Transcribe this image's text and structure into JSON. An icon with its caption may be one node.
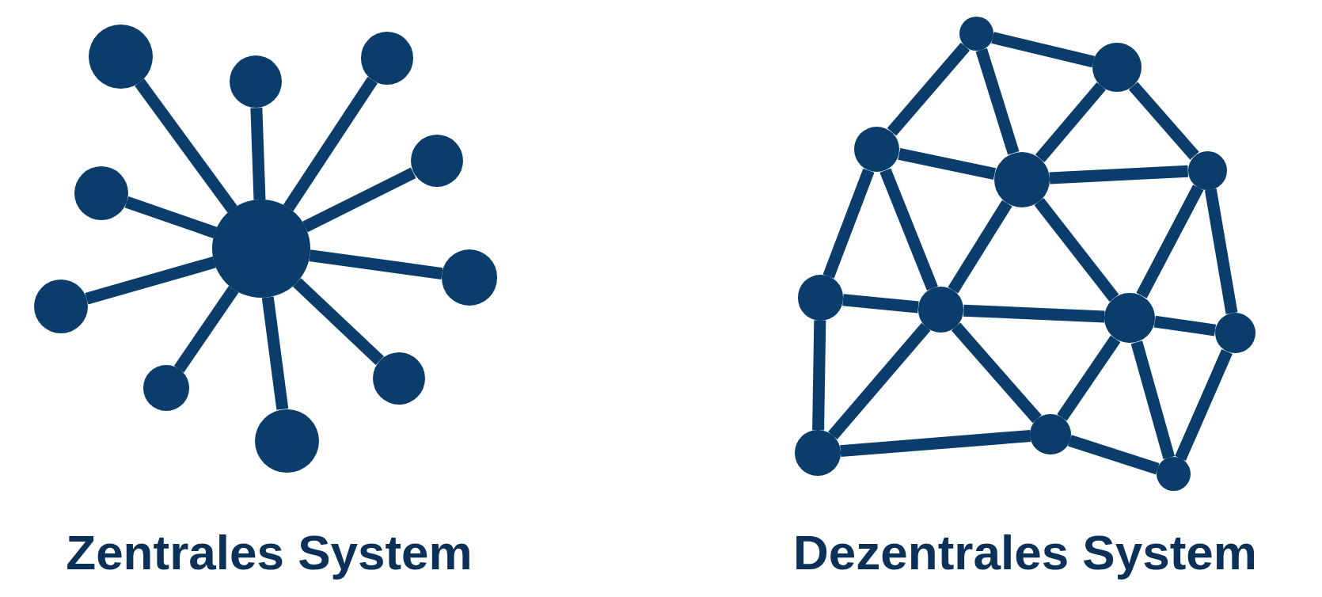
{
  "diagram": {
    "nodes": [
      {
        "text": [],
        "shape": "circle"
      },
      {
        "text": [],
        "shape": "circle"
      },
      {
        "text": [],
        "shape": "circle"
      },
      {
        "text": [],
        "shape": "circle"
      },
      {
        "text": [],
        "shape": "circle"
      },
      {
        "text": [],
        "shape": "circle"
      },
      {
        "text": [],
        "shape": "circle"
      },
      {
        "text": [],
        "shape": "circle"
      },
      {
        "text": [],
        "shape": "circle"
      },
      {
        "text": [],
        "shape": "circle"
      },
      {
        "text": [],
        "shape": "circle"
      },
      {
        "text": [],
        "shape": "circle"
      },
      {
        "text": [],
        "shape": "circle"
      },
      {
        "text": [],
        "shape": "circle"
      },
      {
        "text": [],
        "shape": "circle"
      },
      {
        "text": [],
        "shape": "circle"
      },
      {
        "text": [],
        "shape": "circle"
      },
      {
        "text": [],
        "shape": "circle"
      },
      {
        "text": [],
        "shape": "circle"
      },
      {
        "text": [],
        "shape": "circle"
      },
      {
        "text": [],
        "shape": "circle"
      },
      {
        "text": [],
        "shape": "circle"
      },
      {
        "text": [],
        "shape": "circle"
      }
    ],
    "edges": [
      {
        "from": 5,
        "to": 2,
        "arrow": "none"
      },
      {
        "from": 5,
        "to": 4,
        "arrow": "none"
      },
      {
        "from": 5,
        "to": 7,
        "arrow": "none"
      },
      {
        "from": 5,
        "to": 1,
        "arrow": "none"
      },
      {
        "from": 5,
        "to": 9,
        "arrow": "none"
      },
      {
        "from": 5,
        "to": 0,
        "arrow": "none"
      },
      {
        "from": 5,
        "to": 10,
        "arrow": "none"
      },
      {
        "from": 5,
        "to": 3,
        "arrow": "none"
      },
      {
        "from": 5,
        "to": 8,
        "arrow": "none"
      },
      {
        "from": 5,
        "to": 6,
        "arrow": "none"
      },
      {
        "from": 15,
        "to": 18,
        "arrow": "none"
      },
      {
        "from": 15,
        "to": 13,
        "arrow": "none"
      },
      {
        "from": 15,
        "to": 16,
        "arrow": "none"
      },
      {
        "from": 18,
        "to": 16,
        "arrow": "none"
      },
      {
        "from": 18,
        "to": 21,
        "arrow": "none"
      },
      {
        "from": 13,
        "to": 16,
        "arrow": "none"
      },
      {
        "from": 13,
        "to": 12,
        "arrow": "none"
      },
      {
        "from": 13,
        "to": 14,
        "arrow": "none"
      },
      {
        "from": 16,
        "to": 21,
        "arrow": "none"
      },
      {
        "from": 16,
        "to": 14,
        "arrow": "none"
      },
      {
        "from": 16,
        "to": 19,
        "arrow": "none"
      },
      {
        "from": 21,
        "to": 19,
        "arrow": "none"
      },
      {
        "from": 21,
        "to": 22,
        "arrow": "none"
      },
      {
        "from": 12,
        "to": 14,
        "arrow": "none"
      },
      {
        "from": 12,
        "to": 11,
        "arrow": "none"
      },
      {
        "from": 14,
        "to": 19,
        "arrow": "none"
      },
      {
        "from": 14,
        "to": 11,
        "arrow": "none"
      },
      {
        "from": 14,
        "to": 17,
        "arrow": "none"
      },
      {
        "from": 19,
        "to": 22,
        "arrow": "none"
      },
      {
        "from": 19,
        "to": 17,
        "arrow": "none"
      },
      {
        "from": 19,
        "to": 20,
        "arrow": "none"
      },
      {
        "from": 22,
        "to": 20,
        "arrow": "none"
      },
      {
        "from": 11,
        "to": 17,
        "arrow": "none"
      },
      {
        "from": 17,
        "to": 20,
        "arrow": "none"
      }
    ],
    "labels": [
      "Zentrales System",
      "Dezentrales System"
    ]
  }
}
